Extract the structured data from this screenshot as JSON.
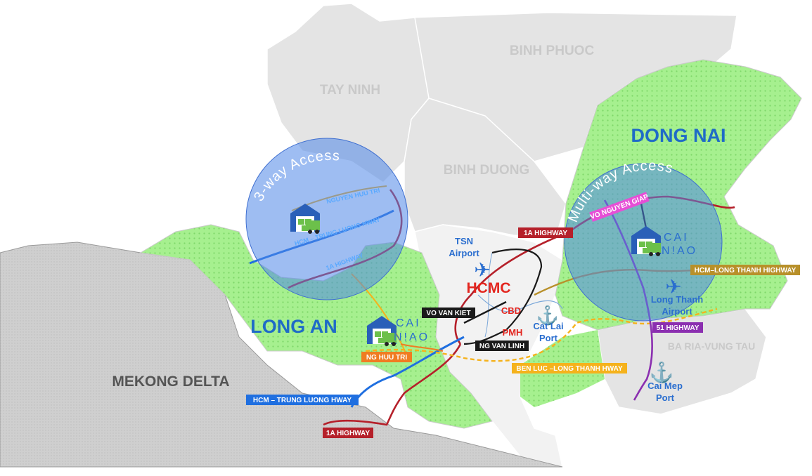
{
  "provinces": {
    "binh_phuoc": "BINH PHUOC",
    "tay_ninh": "TAY NINH",
    "binh_duong": "BINH DUONG",
    "ba_ria_vung_tau": "BA RIA-VUNG TAU"
  },
  "regions": {
    "dong_nai": "DONG NAI",
    "long_an": "LONG AN",
    "mekong_delta": "MEKONG DELTA",
    "hcmc": "HCMC",
    "cbd": "CBD",
    "pmh": "PMH"
  },
  "access_circles": {
    "left": "3-way Access",
    "right": "Multi-way Access"
  },
  "places": {
    "tsn_line1": "TSN",
    "tsn_line2": "Airport",
    "long_thanh_line1": "Long Thanh",
    "long_thanh_line2": "Airport",
    "cat_lai_line1": "Cat Lai",
    "cat_lai_line2": "Port",
    "cai_mep_line1": "Cai Mep",
    "cai_mep_line2": "Port"
  },
  "road_labels": {
    "highway_1a_top": "1A HIGHWAY",
    "vo_van_kiet": "VO VAN KIET",
    "ng_van_linh": "NG VAN LINH",
    "ng_huu_tri": "NG HUU TRI",
    "hcm_trung_luong": "HCM – TRUNG LUONG HWAY",
    "highway_1a_bottom": "1A HIGHWAY",
    "ben_luc_long_thanh": "BEN LUC –LONG THANH HWAY",
    "hcm_long_thanh": "HCM–LONG THANH HIGHWAY",
    "highway_51": "51 HIGHWAY",
    "vo_nguyen_giap": "VO NGUYEN GIAP",
    "in_circle_nguyen_huu_tri": "NGUYEN HUU TRI",
    "in_circle_trung_luong": "HCM – TRUNG LUONG HWAY",
    "in_circle_1a": "1A HIGHWAY"
  },
  "logo": {
    "line1": "CAI",
    "line2": "N!AO"
  },
  "colors": {
    "green": "#9ef08a",
    "province_gray": "#e3e3e3",
    "circle_blue": "#4f86e8",
    "highway_1a": "#b5202a",
    "trung_luong": "#1f6fe0",
    "ben_luc": "#f5b21c",
    "hwy51": "#8b2fb0",
    "hcm_long_thanh": "#b8902a",
    "vo_nguyen_giap": "#e64fd6",
    "ng_huu_tri": "#f07c21"
  },
  "icons": {
    "airport": "airplane-icon",
    "port": "anchor-icon",
    "warehouse": "warehouse-truck-icon"
  }
}
